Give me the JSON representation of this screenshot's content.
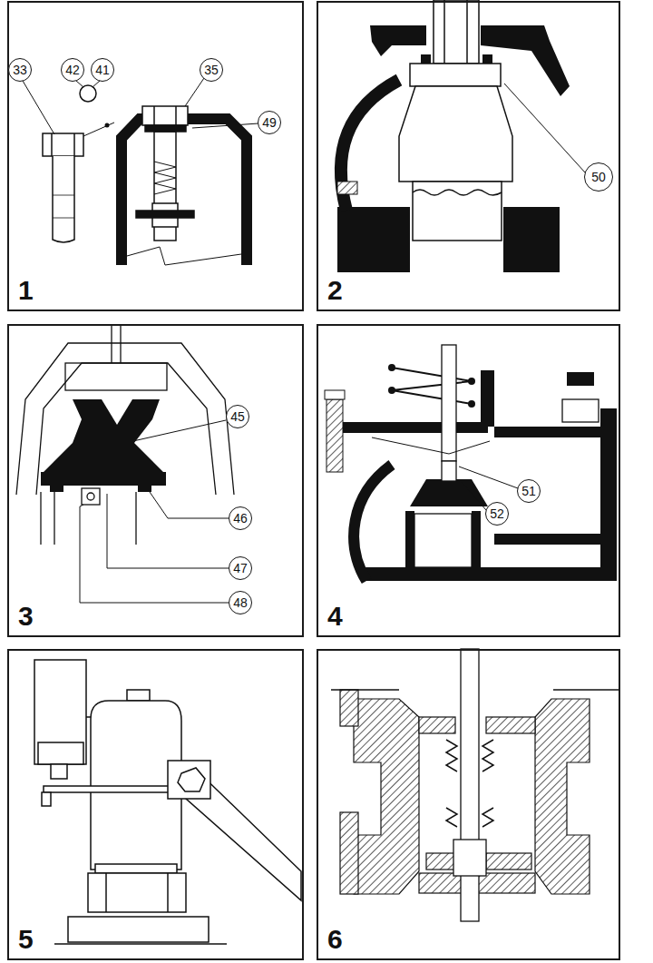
{
  "diagram": {
    "nodes": [
      {
        "text": [
          "1"
        ]
      },
      {
        "text": [
          "33"
        ],
        "in": 0
      },
      {
        "text": [
          "42"
        ],
        "in": 0
      },
      {
        "text": [
          "41"
        ],
        "in": 0
      },
      {
        "text": [
          "35"
        ],
        "in": 0
      },
      {
        "text": [
          "49"
        ],
        "in": 0
      },
      {
        "text": [
          "2"
        ]
      },
      {
        "text": [
          "50"
        ],
        "in": 6
      },
      {
        "text": [
          "3"
        ]
      },
      {
        "text": [
          "45"
        ],
        "in": 8
      },
      {
        "text": [
          "46"
        ],
        "in": 8
      },
      {
        "text": [
          "47"
        ],
        "in": 8
      },
      {
        "text": [
          "48"
        ],
        "in": 8
      },
      {
        "text": [
          "4"
        ]
      },
      {
        "text": [
          "51"
        ],
        "in": 13
      },
      {
        "text": [
          "52"
        ],
        "in": 13
      },
      {
        "text": [
          "5"
        ]
      },
      {
        "text": [
          "6"
        ]
      }
    ]
  }
}
